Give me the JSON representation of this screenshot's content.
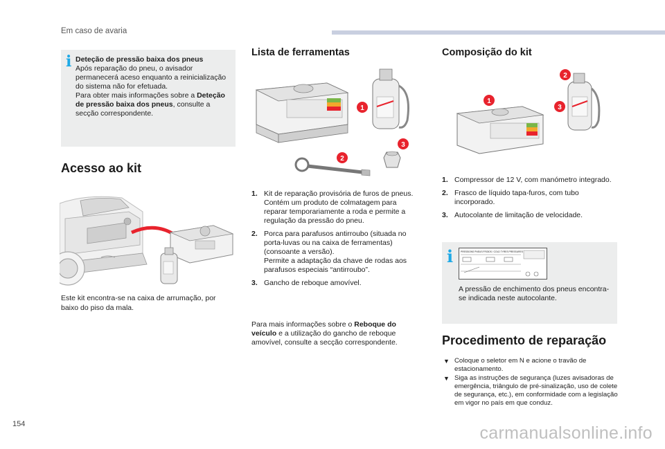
{
  "header": {
    "section": "Em caso de avaria"
  },
  "footer": {
    "page_number": "154",
    "watermark": "carmanualsonline.info"
  },
  "colors": {
    "accent": "#1da9e6",
    "callout": "#e8232d",
    "info_box": "#eceded",
    "header_bar": "#c9cfe0"
  },
  "col1": {
    "info": {
      "icon": "info-icon",
      "title": "Deteção de pressão baixa dos pneus",
      "p1": "Após reparação do pneu, o avisador permanecerá aceso enquanto a reinicialização do sistema não for efetuada.",
      "p2_pre": "Para obter mais informações sobre a ",
      "p2_bold": "Deteção de pressão baixa dos pneus",
      "p2_post": ", consulte a secção correspondente."
    },
    "access_title": "Acesso ao kit",
    "access_text": "Este kit encontra-se na caixa de arrumação, por baixo do piso da mala."
  },
  "col2": {
    "title": "Lista de ferramentas",
    "callouts": [
      "1",
      "2",
      "3"
    ],
    "items": [
      {
        "num": "1.",
        "text": "Kit de reparação provisória de furos de pneus.",
        "text2": "Contém um produto de colmatagem para reparar temporariamente a roda e permite a regulação da pressão do pneu."
      },
      {
        "num": "2.",
        "text": "Porca para parafusos antirroubo (situada no porta-luvas ou na caixa de ferramentas) (consoante a versão).",
        "text2": "Permite a adaptação da chave de rodas aos parafusos especiais “antirroubo”."
      },
      {
        "num": "3.",
        "text": "Gancho de reboque amovível.",
        "text2": ""
      }
    ],
    "more_pre": "Para mais informações sobre o ",
    "more_bold": "Reboque do veículo",
    "more_post": " e a utilização do gancho de reboque amovível, consulte a secção correspondente."
  },
  "col3": {
    "title": "Composição do kit",
    "callouts": [
      "1",
      "2",
      "3"
    ],
    "items": [
      {
        "num": "1.",
        "text": "Compressor de 12 V, com manómetro integrado."
      },
      {
        "num": "2.",
        "text": "Frasco de líquido tapa-furos, com tubo incorporado."
      },
      {
        "num": "3.",
        "text": "Autocolante de limitação de velocidade."
      }
    ],
    "info": {
      "icon": "info-icon",
      "sticker_label": "PRESSIONS PNEUS FROIDS / COLD TYRES PRESSURES",
      "text": "A pressão de enchimento dos pneus encontra-se indicada neste autocolante."
    },
    "procedure_title": "Procedimento de reparação",
    "bullets": [
      "Coloque o seletor em N e acione o travão de estacionamento.",
      "Siga as instruções de segurança (luzes avisadoras de emergência, triângulo de pré-sinalização, uso de colete de segurança, etc.), em conformidade com a legislação em vigor no país em que conduz."
    ]
  }
}
